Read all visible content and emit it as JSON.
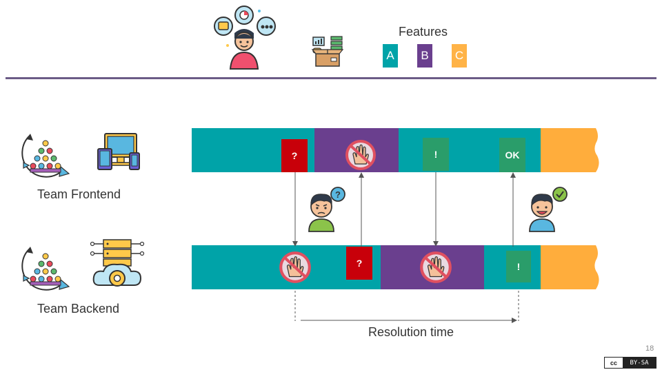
{
  "header": {
    "features_title": "Features",
    "features": [
      {
        "label": "A",
        "color": "#00a3a8"
      },
      {
        "label": "B",
        "color": "#6a3f8e"
      },
      {
        "label": "C",
        "color": "#ffb347"
      }
    ]
  },
  "teams": {
    "frontend_label": "Team Frontend",
    "backend_label": "Team Backend"
  },
  "lane_colors": {
    "teal": "#00a3a8",
    "purple": "#6a3f8e",
    "orange": "#ffad3c"
  },
  "cards": {
    "frontend_question": "?",
    "frontend_exclaim": "!",
    "frontend_ok": "OK",
    "backend_question": "?",
    "backend_exclaim": "!"
  },
  "card_colors": {
    "red": "#c8000a",
    "green": "#2a9d6a"
  },
  "footer": {
    "resolution_label": "Resolution time",
    "page_number": "18",
    "license_left": "cc",
    "license_right": "BY-SA"
  }
}
